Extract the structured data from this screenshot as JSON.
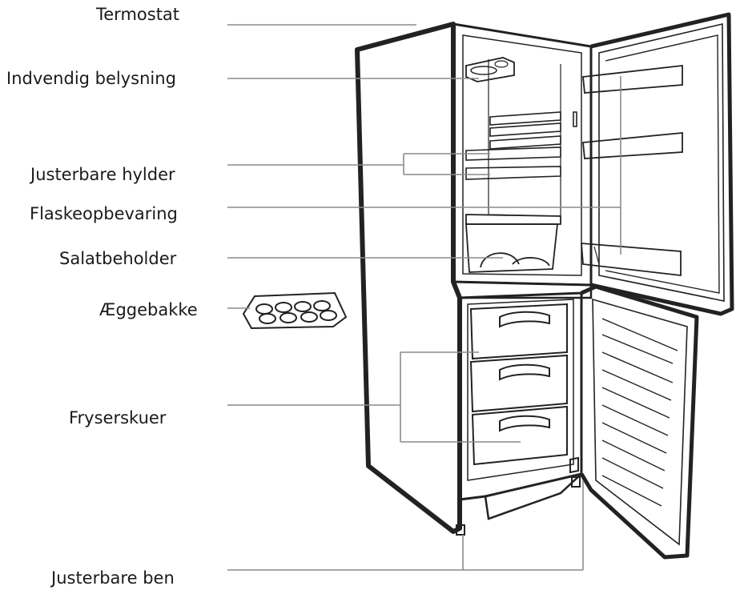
{
  "labels": {
    "termostat": "Termostat",
    "indvendig_belysning": "Indvendig belysning",
    "justerbare_hylder": "Justerbare hylder",
    "flaskeopbevaring": "Flaskeopbevaring",
    "salatbeholder": "Salatbeholder",
    "aeggebakke": "Æggebakke",
    "fryserskuer": "Fryserskuer",
    "justerbare_ben": "Justerbare ben"
  }
}
